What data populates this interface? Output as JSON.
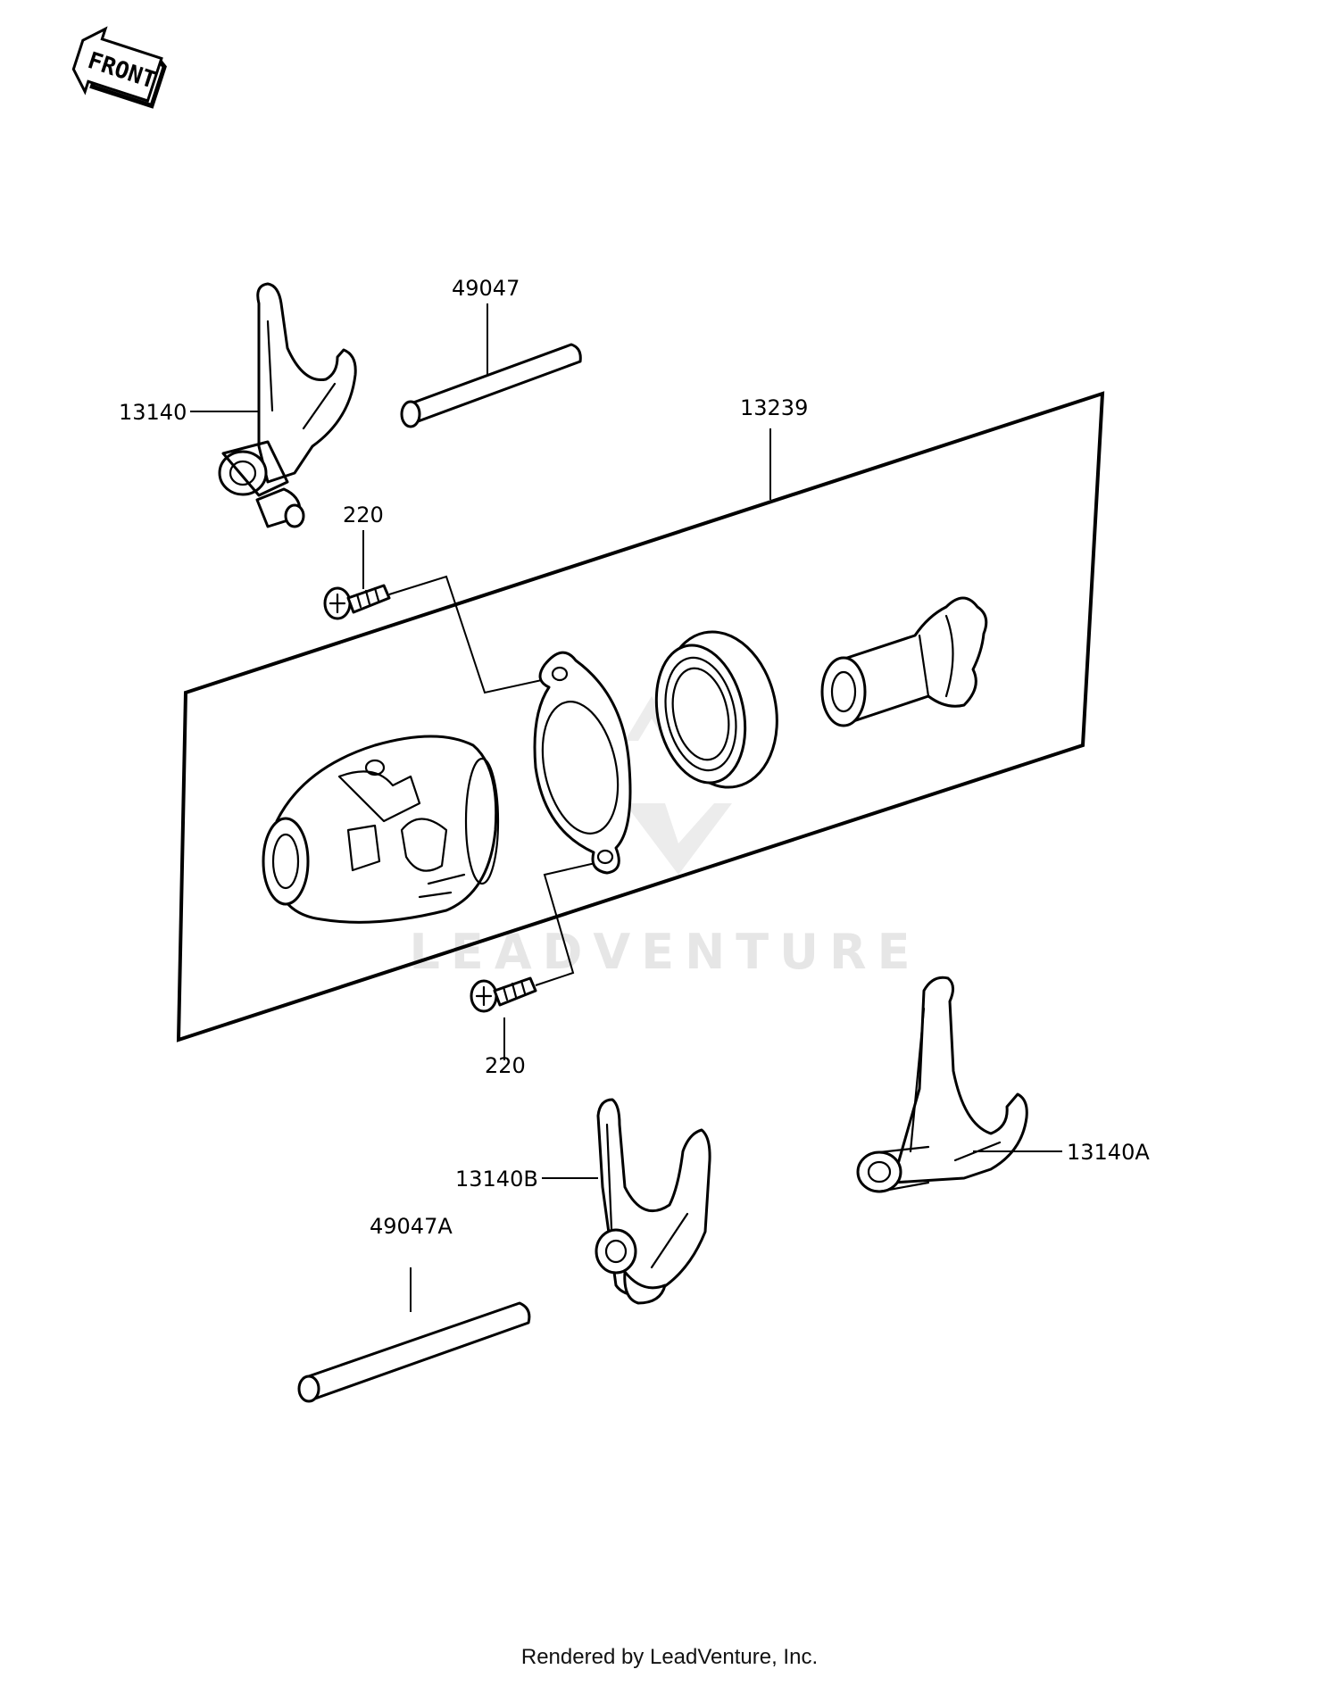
{
  "front_badge": "FRONT",
  "watermark": "LEADVENTURE",
  "labels": {
    "p13140": "13140",
    "p49047": "49047",
    "p13239": "13239",
    "p220_top": "220",
    "p220_bottom": "220",
    "p13140B": "13140B",
    "p13140A": "13140A",
    "p49047A": "49047A"
  },
  "footer": "Rendered by LeadVenture, Inc."
}
